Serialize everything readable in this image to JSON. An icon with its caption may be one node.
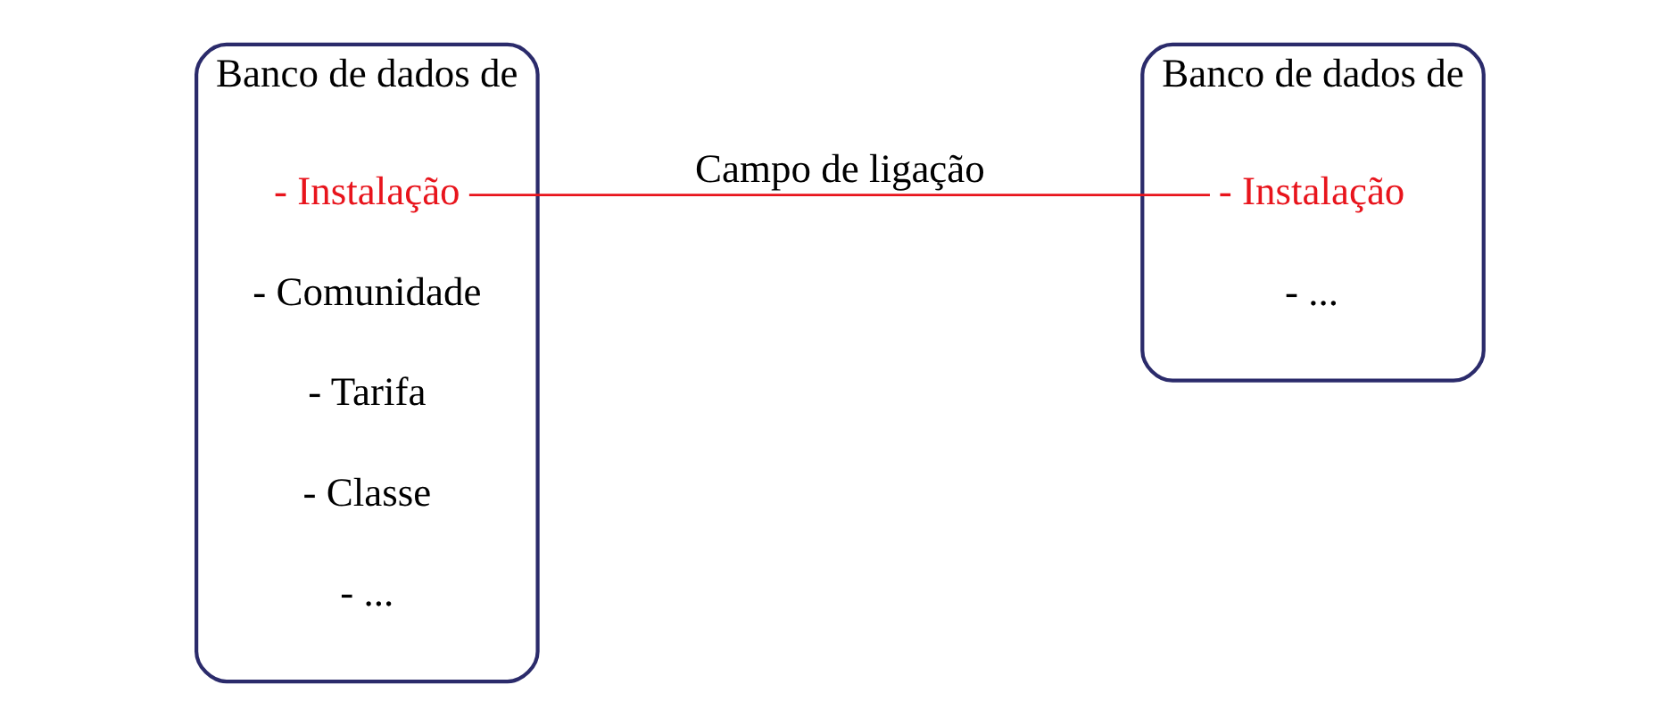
{
  "diagram": {
    "nodes": [
      {
        "text": [
          "Banco de dados de"
        ]
      },
      {
        "text": [
          "- Instalação"
        ],
        "in": 0
      },
      {
        "text": [
          "- Comunidade"
        ],
        "in": 0
      },
      {
        "text": [
          "- Tarifa"
        ],
        "in": 0
      },
      {
        "text": [
          "- Classe"
        ],
        "in": 0
      },
      {
        "text": [
          "- ..."
        ],
        "in": 0
      },
      {
        "text": [
          "Banco de dados de"
        ]
      },
      {
        "text": [
          "- Instalação"
        ],
        "in": 6
      },
      {
        "text": [
          "- ..."
        ],
        "in": 6
      }
    ],
    "edges": [
      {
        "from": 1,
        "to": 7,
        "arrow": "none",
        "label": "Campo de ligação",
        "color": "#e8141c"
      }
    ]
  }
}
